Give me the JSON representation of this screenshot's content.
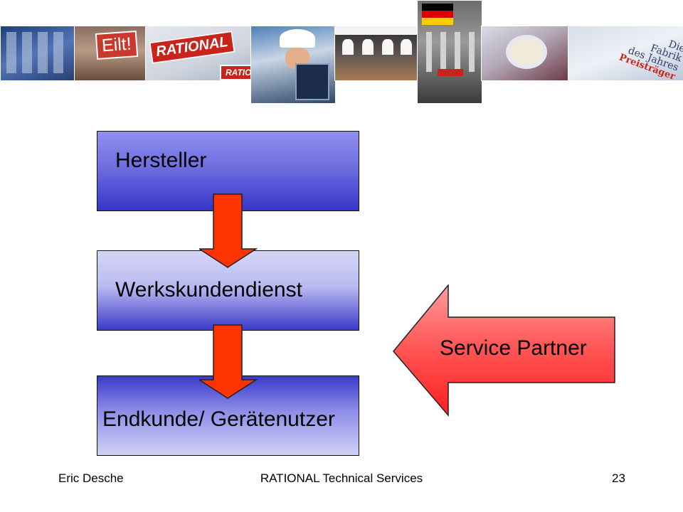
{
  "slide": {
    "boxes": {
      "top": "Hersteller",
      "middle": "Werkskundendienst",
      "bottom": "Endkunde/ Gerätenutzer"
    },
    "side_arrow_label": "Service Partner"
  },
  "banner": {
    "eilt_label": "Eilt!",
    "logo_text": "RATIONAL",
    "award_lines": [
      "Die",
      "Fabrik",
      "des Jahres"
    ],
    "award_red": "Preisträger"
  },
  "footer": {
    "author": "Eric Desche",
    "title": "RATIONAL Technical Services",
    "page": "23"
  },
  "colors": {
    "box_blue_dark": "#3535c8",
    "box_blue_light": "#d5d5f8",
    "arrow_red": "#ff3300",
    "partner_arrow_red": "#ff3333",
    "partner_arrow_light": "#ff9c9c"
  }
}
